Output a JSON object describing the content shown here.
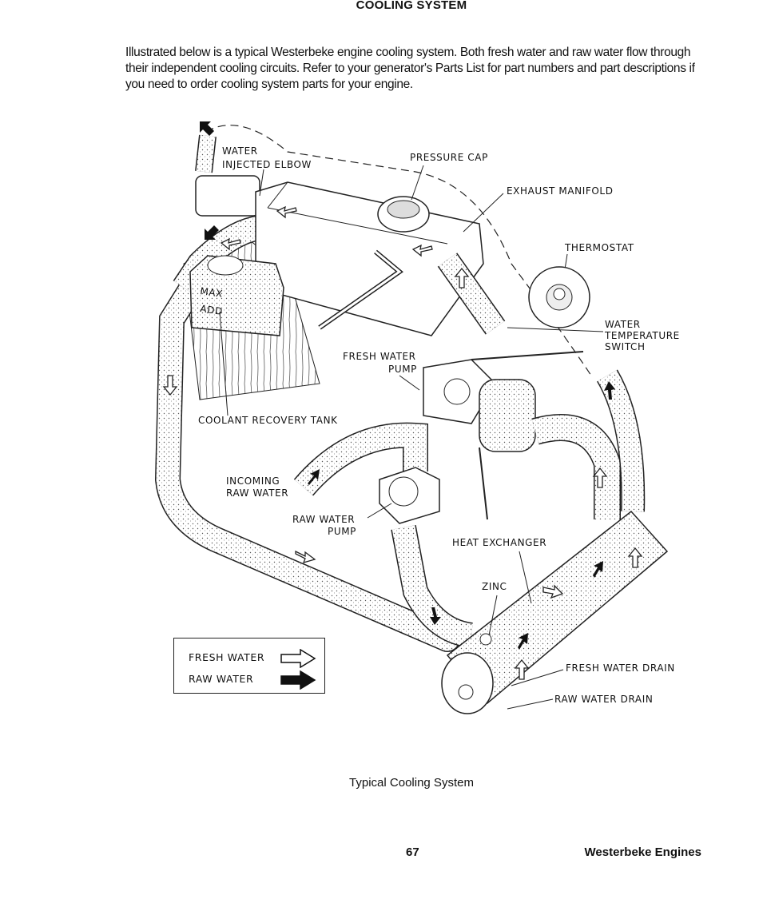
{
  "header": {
    "title": "COOLING SYSTEM"
  },
  "intro": "Illustrated below is a typical Westerbeke engine cooling system.  Both fresh water and raw water flow through their independent cooling circuits.  Refer to your generator's Parts List for part numbers and part descriptions if you need to order cooling system parts for your engine.",
  "diagram": {
    "labels": {
      "water_injected_elbow_1": "WATER",
      "water_injected_elbow_2": "INJECTED ELBOW",
      "pressure_cap": "PRESSURE CAP",
      "exhaust_manifold": "EXHAUST MANIFOLD",
      "thermostat": "THERMOSTAT",
      "water_temp_switch_1": "WATER",
      "water_temp_switch_2": "TEMPERATURE",
      "water_temp_switch_3": "SWITCH",
      "fresh_water_pump_1": "FRESH WATER",
      "fresh_water_pump_2": "PUMP",
      "coolant_recovery_tank": "COOLANT RECOVERY TANK",
      "incoming_raw_water_1": "INCOMING",
      "incoming_raw_water_2": "RAW WATER",
      "raw_water_pump_1": "RAW WATER",
      "raw_water_pump_2": "PUMP",
      "heat_exchanger": "HEAT EXCHANGER",
      "zinc": "ZINC",
      "fresh_water_drain": "FRESH WATER DRAIN",
      "raw_water_drain": "RAW WATER DRAIN",
      "tank_max": "MAX",
      "tank_add": "ADD"
    }
  },
  "legend": {
    "fresh_water": "FRESH WATER",
    "raw_water": "RAW WATER"
  },
  "caption": "Typical Cooling System",
  "footer": {
    "page_number": "67",
    "publisher": "Westerbeke Engines"
  }
}
